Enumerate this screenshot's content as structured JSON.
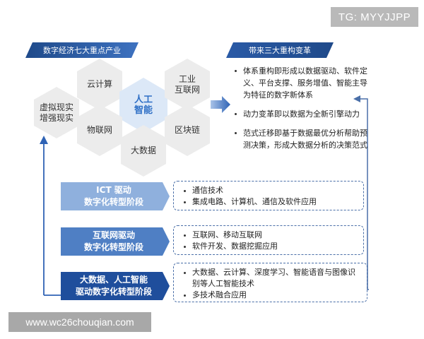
{
  "watermarks": {
    "top": "TG: MYYJJPP",
    "bottom": "www.wc26chouqian.com"
  },
  "left_banner": "数字经济七大重点产业",
  "right_banner": "带来三大重构变革",
  "hexagons": [
    {
      "label": "虚拟现实\n增强现实"
    },
    {
      "label": "云计算"
    },
    {
      "label": "人工\n智能"
    },
    {
      "label": "工业\n互联网"
    },
    {
      "label": "物联网"
    },
    {
      "label": "区块链"
    },
    {
      "label": "大数据"
    }
  ],
  "changes": [
    "体系重构即形成以数据驱动、软件定义、平台支撑、服务增值、智能主导为特征的数字新体系",
    "动力变革即以数据为全新引擎动力",
    "范式迁移即基于数据最优分析帮助预测决策，形成大数据分析的决策范式"
  ],
  "stages": [
    {
      "title_line1": "ICT 驱动",
      "title_line2": "数字化转型阶段",
      "items": [
        "通信技术",
        "集成电路、计算机、通信及软件应用"
      ]
    },
    {
      "title_line1": "互联网驱动",
      "title_line2": "数字化转型阶段",
      "items": [
        "互联网、移动互联网",
        "软件开发、数据挖掘应用"
      ]
    },
    {
      "title_line1": "大数据、人工智能",
      "title_line2": "驱动数字化转型阶段",
      "items": [
        "大数据、云计算、深度学习、智能语音与图像识别等人工智能技术",
        "多技术融合应用"
      ]
    }
  ],
  "colors": {
    "hex_fill": "#ececec",
    "hex_center_fill": "#dce8f7",
    "banner_dark": "#1f4a8a",
    "stage1": "#8fb0dd",
    "stage2": "#4f7fc4",
    "stage3": "#1f4e9c",
    "arrow": "#2f63b5"
  }
}
